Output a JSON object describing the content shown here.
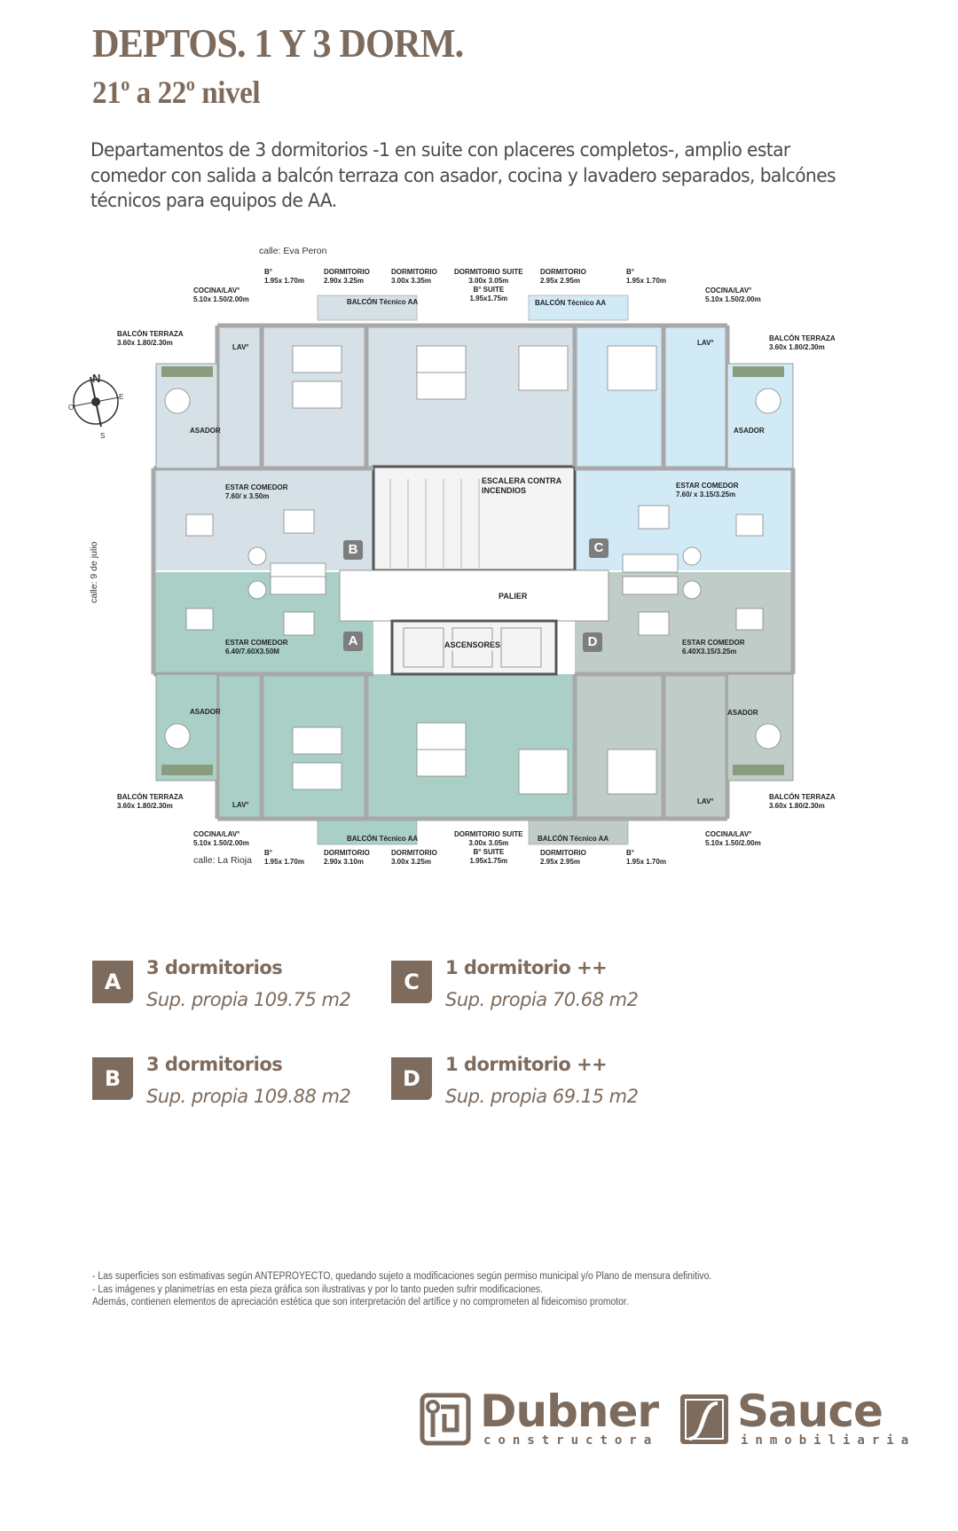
{
  "header": {
    "title": "DEPTOS. 1 Y 3 DORM.",
    "subtitle_a": "21",
    "subtitle_sup1": "o",
    "subtitle_b": " a 22",
    "subtitle_sup2": "o",
    "subtitle_c": " nivel",
    "description": "Departamentos de 3 dormitorios -1 en suite con placeres completos-, amplio estar comedor con salida a balcón terraza con asador, cocina y lavadero separados, balcónes técnicos para equipos de AA."
  },
  "plan": {
    "streets": {
      "top": "calle: Eva Peron",
      "bottom": "calle: La Rioja",
      "left": "calle: 9 de julio"
    },
    "compass": {
      "n": "N",
      "e": "E",
      "o": "O",
      "s": "S"
    },
    "colors": {
      "unit_a": "#a9cfc6",
      "unit_b": "#d5e1e7",
      "unit_c": "#d2eaf6",
      "unit_d": "#bfccc8",
      "wall": "#b3b3b3"
    },
    "top_labels": [
      {
        "t": "B°",
        "d": "1.95x 1.70m"
      },
      {
        "t": "DORMITORIO",
        "d": "2.90x 3.25m"
      },
      {
        "t": "DORMITORIO",
        "d": "3.00x 3.35m"
      },
      {
        "t": "DORMITORIO SUITE",
        "d": "3.00x 3.05m",
        "t2": "B° SUITE",
        "d2": "1.95x1.75m"
      },
      {
        "t": "DORMITORIO",
        "d": "2.95x 2.95m"
      },
      {
        "t": "B°",
        "d": "1.95x 1.70m"
      },
      {
        "t": "COCINA/LAV°",
        "d": "5.10x 1.50/2.00m"
      },
      {
        "t": "COCINA/LAV°",
        "d": "5.10x 1.50/2.00m"
      },
      {
        "t": "BALCÓN TERRAZA",
        "d": "3.60x 1.80/2.30m"
      },
      {
        "t": "BALCÓN TERRAZA",
        "d": "3.60x 1.80/2.30m"
      }
    ],
    "bottom_labels": [
      {
        "t": "B°",
        "d": "1.95x 1.70m"
      },
      {
        "t": "DORMITORIO",
        "d": "2.90x 3.10m"
      },
      {
        "t": "DORMITORIO",
        "d": "3.00x 3.25m"
      },
      {
        "t": "DORMITORIO SUITE",
        "d": "3.00x 3.05m",
        "t2": "B° SUITE",
        "d2": "1.95x1.75m"
      },
      {
        "t": "DORMITORIO",
        "d": "2.95x 2.95m"
      },
      {
        "t": "B°",
        "d": "1.95x 1.70m"
      },
      {
        "t": "COCINA/LAV°",
        "d": "5.10x 1.50/2.00m"
      },
      {
        "t": "COCINA/LAV°",
        "d": "5.10x 1.50/2.00m"
      },
      {
        "t": "BALCÓN TERRAZA",
        "d": "3.60x 1.80/2.30m"
      },
      {
        "t": "BALCÓN TERRAZA",
        "d": "3.60x 1.80/2.30m"
      }
    ],
    "rooms": {
      "balcon_tecnico": "BALCÓN Técnico AA",
      "lav": "LAV°",
      "asador": "ASADOR",
      "escalera_1": "ESCALERA CONTRA",
      "escalera_2": "INCENDIOS",
      "palier": "PALIER",
      "ascensores": "ASCENSORES",
      "estar": "ESTAR COMEDOR",
      "estar_b": "7.60/ x 3.50m",
      "estar_c": "7.60/ x 3.15/3.25m",
      "estar_a": "6.40/7.60X3.50M",
      "estar_d": "6.40X3.15/3.25m"
    },
    "badges": {
      "a": "A",
      "b": "B",
      "c": "C",
      "d": "D"
    }
  },
  "legend": [
    {
      "letter": "A",
      "title": "3 dormitorios",
      "area": "Sup. propia 109.75 m2"
    },
    {
      "letter": "C",
      "title": "1 dormitorio ++",
      "area": "Sup. propia 70.68 m2"
    },
    {
      "letter": "B",
      "title": "3 dormitorios",
      "area": "Sup. propia 109.88 m2"
    },
    {
      "letter": "D",
      "title": "1 dormitorio ++",
      "area": "Sup. propia 69.15 m2"
    }
  ],
  "notes": [
    "- Las superficies son estimativas según ANTEPROYECTO, quedando sujeto a modificaciones según permiso municipal y/o Plano de mensura definitivo.",
    "- Las imágenes y planimetrías en esta pieza gráfica son ilustrativas y por lo tanto pueden sufrir modificaciones.",
    "Además, contienen elementos de apreciación estética que son interpretación del artífice y no comprometen al fideicomiso promotor."
  ],
  "logos": {
    "dubner": {
      "name": "Dubner",
      "sub": "constructora"
    },
    "sauce": {
      "name": "Sauce",
      "sub": "inmobiliaria"
    },
    "color": "#7d6b5d"
  }
}
